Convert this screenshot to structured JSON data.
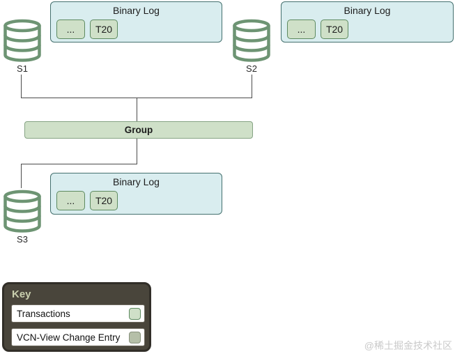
{
  "colors": {
    "binlog_fill": "#d9edef",
    "binlog_border": "#44706e",
    "entry_fill": "#cfe0c8",
    "entry_border": "#5d8a60",
    "group_fill": "#cfe0c8",
    "group_border": "#85a383",
    "cylinder_stroke": "#6d9473",
    "line": "#4a4a4a",
    "key_bg": "#49453b",
    "key_title_color": "#c9cfae",
    "swatch_transactions": "#cfe0c8",
    "swatch_vcn": "#b5bfa8",
    "watermark_color": "#c9c9c9"
  },
  "servers": [
    {
      "label": "S1"
    },
    {
      "label": "S2"
    },
    {
      "label": "S3"
    }
  ],
  "binary_logs": [
    {
      "title": "Binary Log",
      "entries": [
        "...",
        "T20"
      ]
    },
    {
      "title": "Binary Log",
      "entries": [
        "...",
        "T20"
      ]
    },
    {
      "title": "Binary Log",
      "entries": [
        "...",
        "T20"
      ]
    }
  ],
  "group": {
    "label": "Group"
  },
  "legend": {
    "title": "Key",
    "items": [
      {
        "label": "Transactions"
      },
      {
        "label": "VCN-View Change Entry"
      }
    ]
  },
  "watermark": "@稀土掘金技术社区"
}
